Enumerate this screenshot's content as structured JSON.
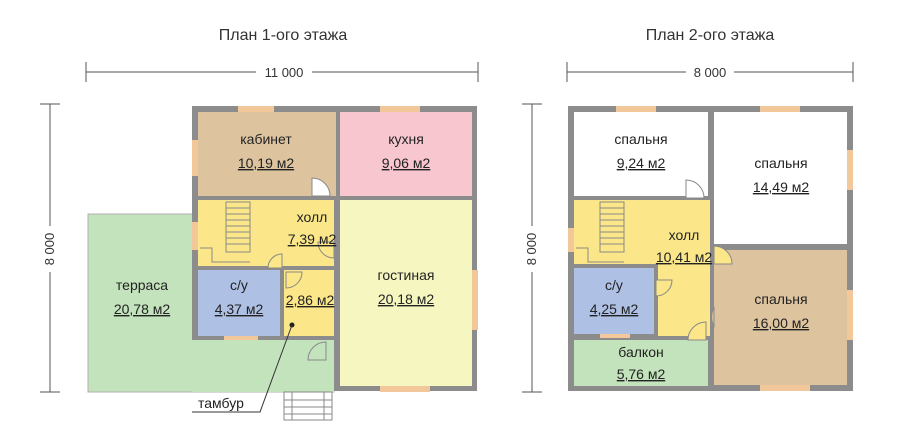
{
  "floor1": {
    "title": "План 1-ого этажа",
    "width_label": "11 000",
    "height_label": "8 000",
    "rooms": {
      "cabinet": {
        "name": "кабинет",
        "area": "10,19 м2"
      },
      "kitchen": {
        "name": "кухня",
        "area": "9,06 м2"
      },
      "hall": {
        "name": "холл",
        "area": "7,39 м2"
      },
      "terrace": {
        "name": "терраса",
        "area": "20,78 м2"
      },
      "bath": {
        "name": "с/у",
        "area": "4,37 м2"
      },
      "vestibule": {
        "area": "2,86 м2"
      },
      "living": {
        "name": "гостиная",
        "area": "20,18 м2"
      }
    },
    "callout": "тамбур"
  },
  "floor2": {
    "title": "План 2-ого этажа",
    "width_label": "8 000",
    "height_label": "8 000",
    "rooms": {
      "bedroom1": {
        "name": "спальня",
        "area": "9,24 м2"
      },
      "bedroom2": {
        "name": "спальня",
        "area": "14,49 м2"
      },
      "hall": {
        "name": "холл",
        "area": "10,41 м2"
      },
      "bath": {
        "name": "с/у",
        "area": "4,25 м2"
      },
      "bedroom3": {
        "name": "спальня",
        "area": "16,00 м2"
      },
      "balcony": {
        "name": "балкон",
        "area": "5,76 м2"
      }
    }
  },
  "colors": {
    "cabinet": "#ddc49f",
    "kitchen": "#f7c6cf",
    "hall": "#fbe789",
    "terrace": "#c3e3bc",
    "bath": "#aec0e4",
    "living": "#f6f7c0",
    "bedroom": "#ffffff",
    "bedroom_large": "#ddc49f",
    "balcony": "#c3e3bc",
    "wall": "#8c8c8c",
    "window": "#f2c79a"
  }
}
